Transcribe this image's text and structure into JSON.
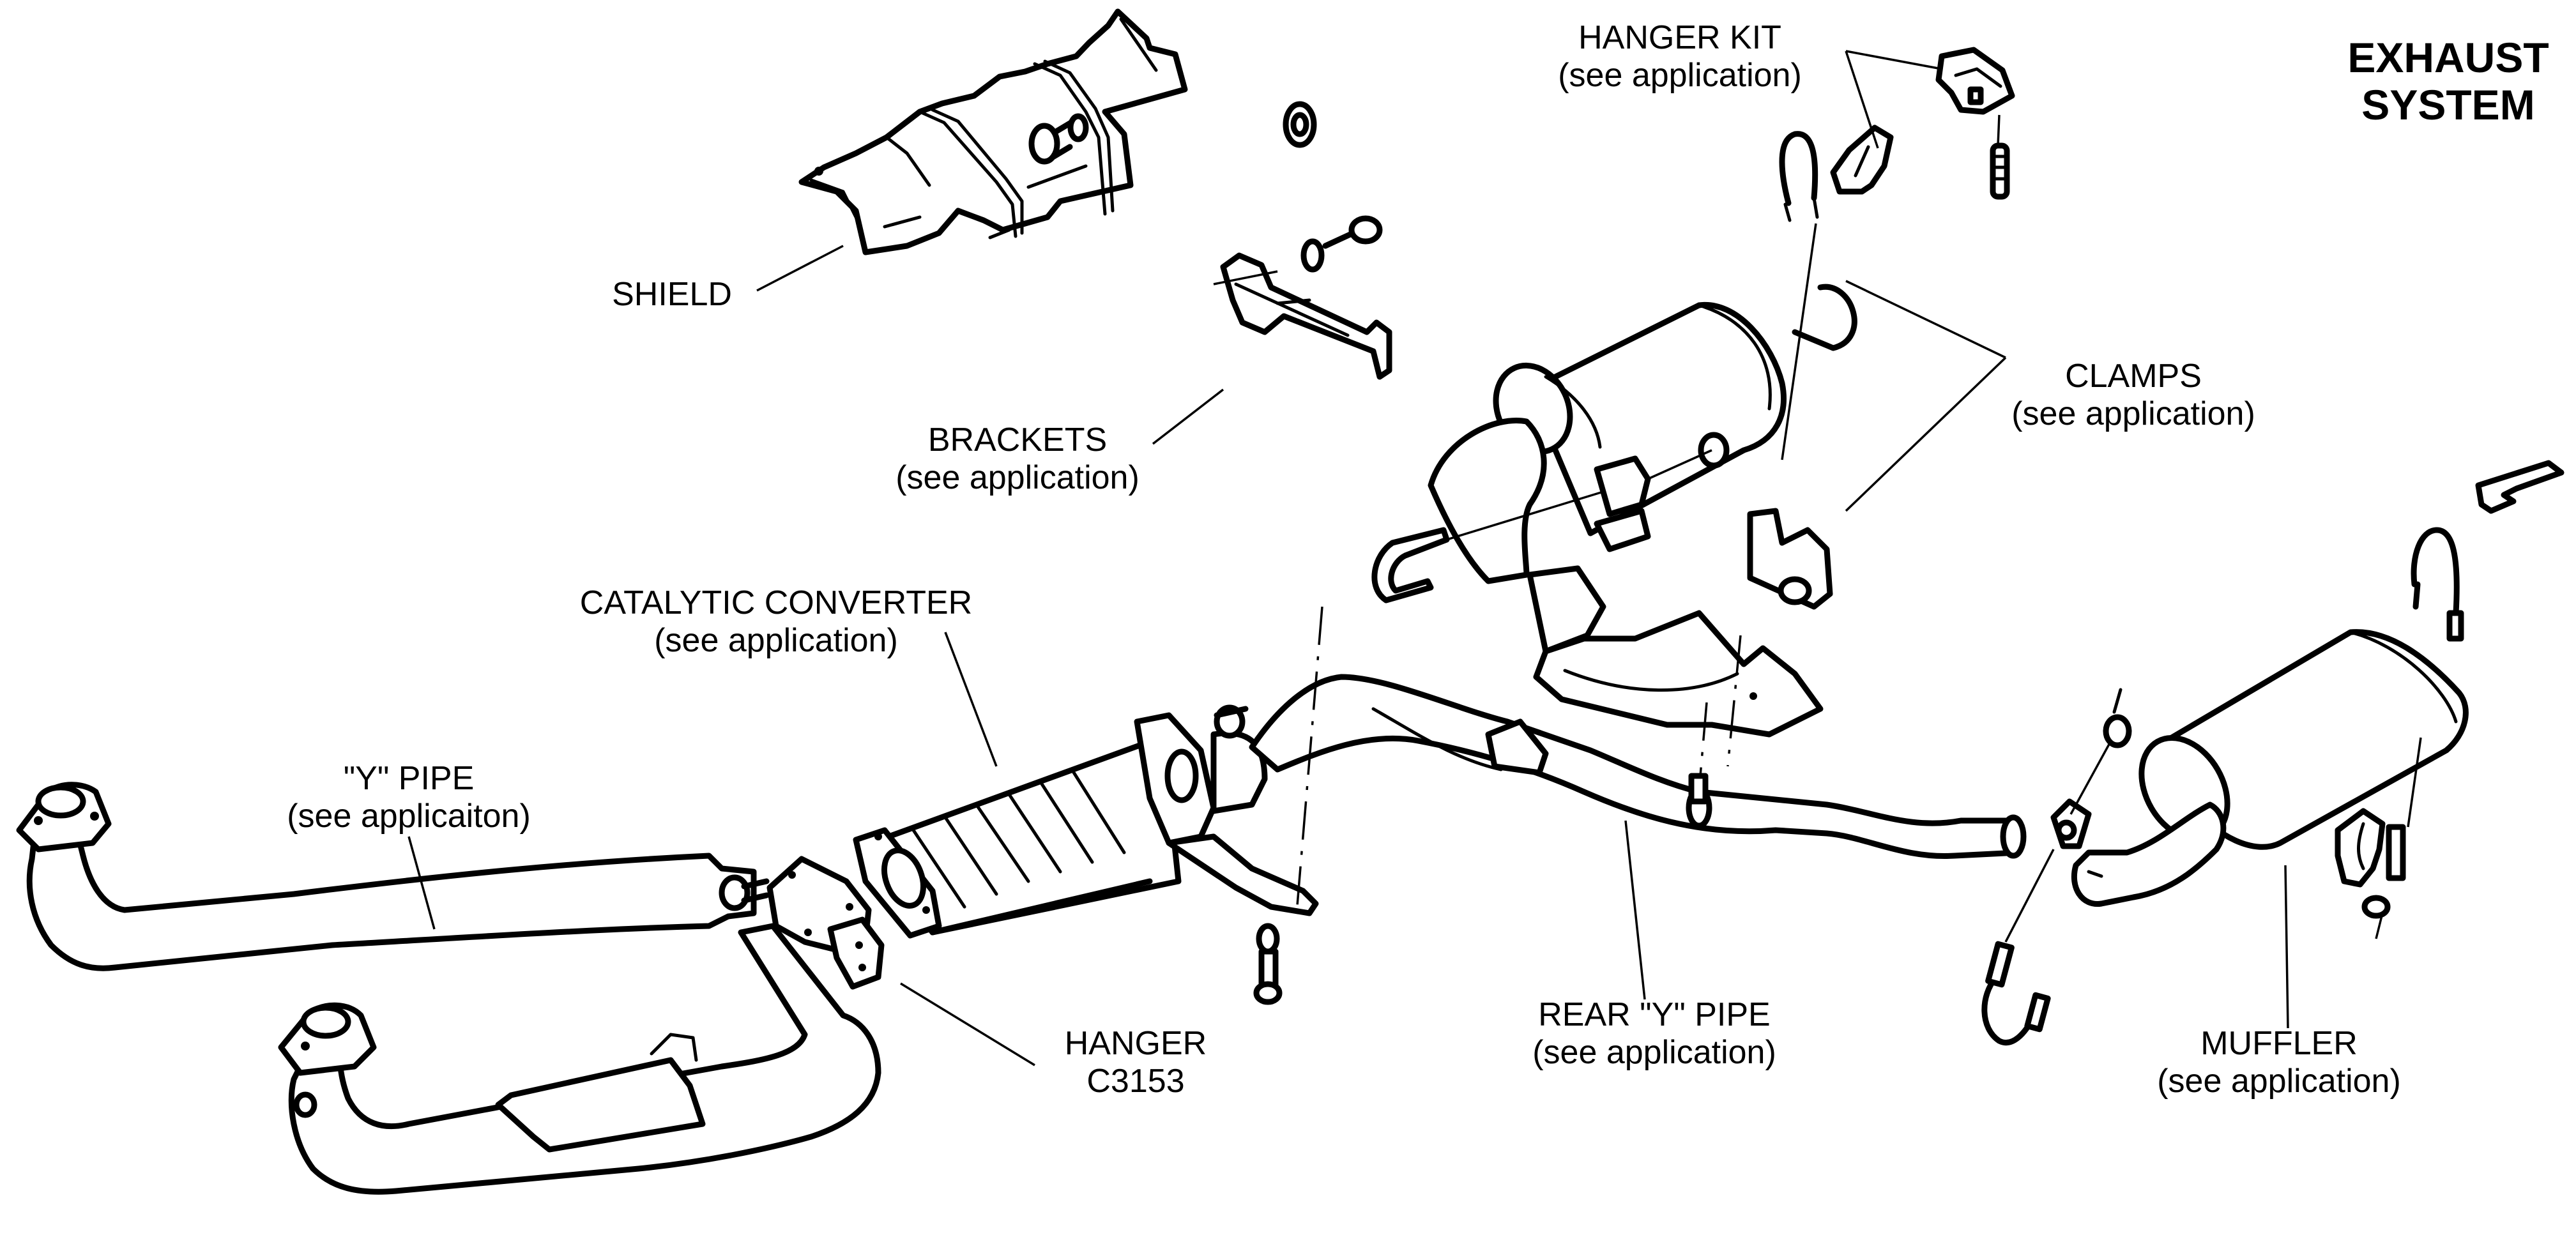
{
  "diagram": {
    "title_line1": "EXHAUST",
    "title_line2": "SYSTEM",
    "labels": {
      "hanger_kit": {
        "line1": "HANGER KIT",
        "line2": "(see application)"
      },
      "shield": {
        "line1": "SHIELD"
      },
      "brackets": {
        "line1": "BRACKETS",
        "line2": "(see application)"
      },
      "clamps": {
        "line1": "CLAMPS",
        "line2": "(see application)"
      },
      "catalytic_converter": {
        "line1": "CATALYTIC CONVERTER",
        "line2": "(see application)"
      },
      "y_pipe": {
        "line1": "\"Y\" PIPE",
        "line2": "(see applicaiton)"
      },
      "hanger": {
        "line1": "HANGER",
        "line2": "C3153"
      },
      "rear_y_pipe": {
        "line1": "REAR \"Y\" PIPE",
        "line2": "(see application)"
      },
      "muffler": {
        "line1": "MUFFLER",
        "line2": "(see application)"
      }
    },
    "colors": {
      "ink": "#000000",
      "paper": "#ffffff"
    }
  }
}
